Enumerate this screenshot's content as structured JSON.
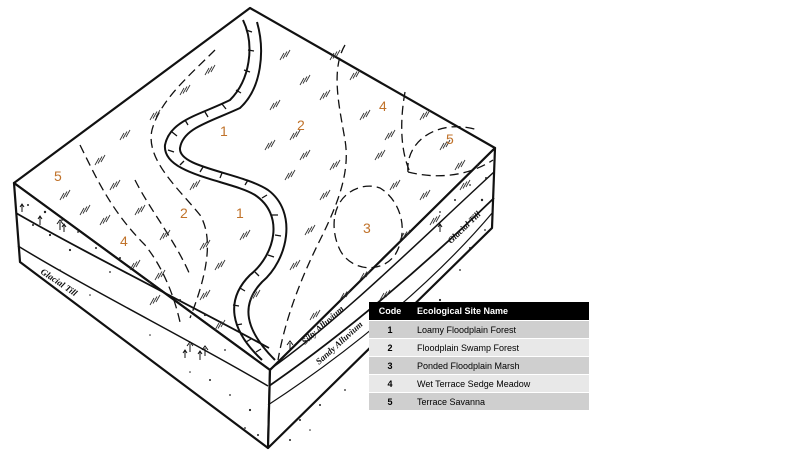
{
  "diagram": {
    "zones": [
      {
        "code": "1",
        "placement": "floodplain north of river"
      },
      {
        "code": "2",
        "placement": "upper floodplain"
      },
      {
        "code": "4",
        "placement": "upper terrace"
      },
      {
        "code": "5",
        "placement": "upper-right knoll"
      },
      {
        "code": "5",
        "placement": "left corner knoll"
      },
      {
        "code": "2",
        "placement": "lower-left floodplain"
      },
      {
        "code": "1",
        "placement": "lower floodplain"
      },
      {
        "code": "4",
        "placement": "lower-left terrace"
      },
      {
        "code": "3",
        "placement": "marsh depression"
      }
    ],
    "layers": {
      "silty": "Silty Alluvium",
      "sandy": "Sandy Alluvium",
      "glacial_left": "Glacial Till",
      "glacial_right": "Glacial Till"
    },
    "zone_color": "#c0722a"
  },
  "legend": {
    "header_code": "Code",
    "header_name": "Ecological Site Name",
    "rows": [
      {
        "code": "1",
        "name": "Loamy Floodplain Forest"
      },
      {
        "code": "2",
        "name": "Floodplain Swamp Forest"
      },
      {
        "code": "3",
        "name": "Ponded Floodplain Marsh"
      },
      {
        "code": "4",
        "name": "Wet Terrace Sedge Meadow"
      },
      {
        "code": "5",
        "name": "Terrace Savanna"
      }
    ]
  }
}
